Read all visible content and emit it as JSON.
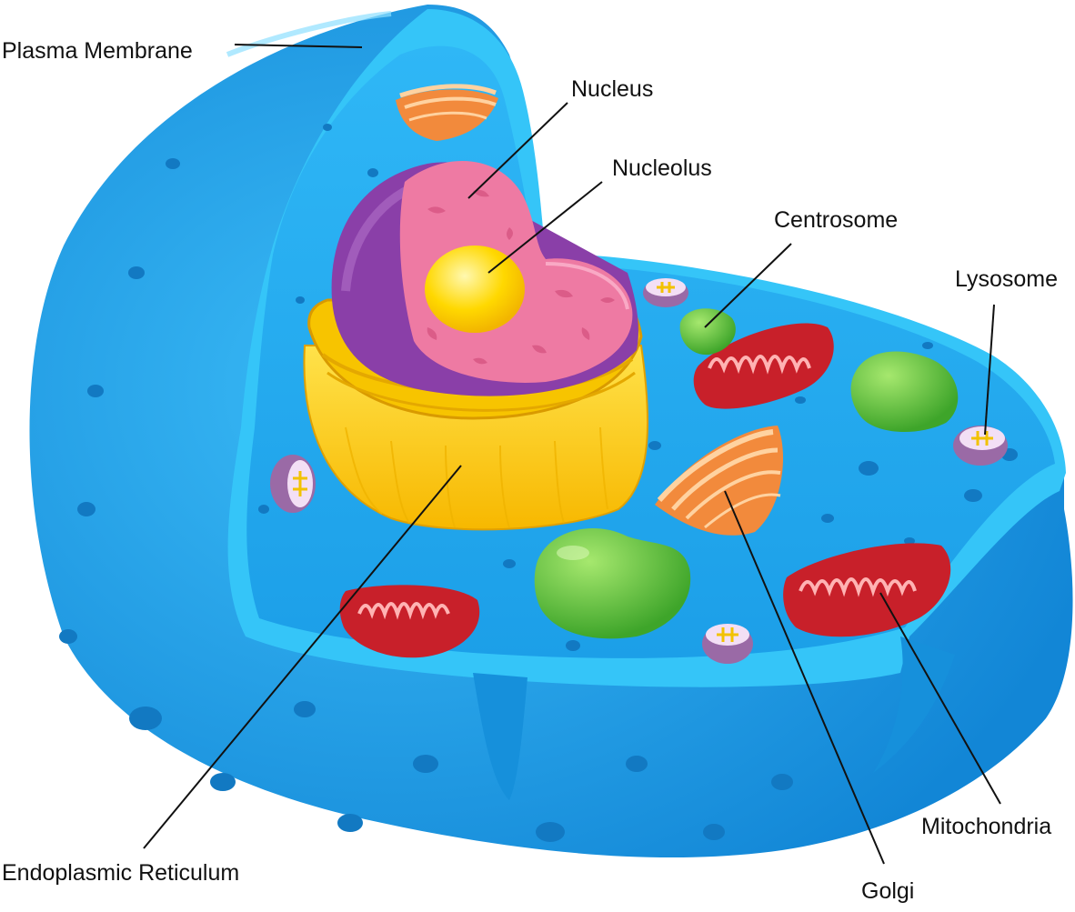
{
  "labels": {
    "plasma_membrane": "Plasma Membrane",
    "nucleus": "Nucleus",
    "nucleolus": "Nucleolus",
    "centrosome": "Centrosome",
    "lysosome": "Lysosome",
    "endoplasmic_reticulum": "Endoplasmic Reticulum",
    "golgi": "Golgi",
    "mitochondria": "Mitochondria"
  },
  "colors": {
    "membrane": "#1ea5f0",
    "cytoplasm": "#27b3f5",
    "nucleus_envelope": "#8a3fa8",
    "nucleoplasm": "#ee7aa3",
    "nucleolus": "#ffd400",
    "endoplasmic_reticulum": "#ffcf1a",
    "mitochondria": "#c8202a",
    "centrosome": "#5cc23a",
    "golgi": "#f5953e",
    "lysosome": "#9a6aa6"
  }
}
